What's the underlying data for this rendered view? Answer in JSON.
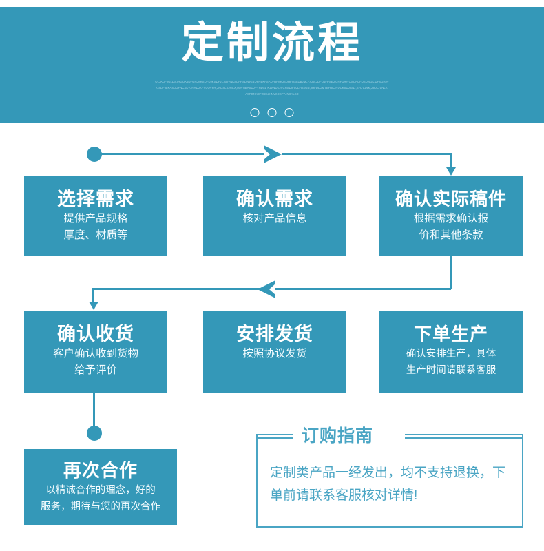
{
  "banner": {
    "title": "定制流程",
    "subtitle": "OLJKDFJGLDS,IHGOKJDFGHJNKSDFDJKSDFJL,SDVNKSDFHSDNJGBDFNBKFSADHJFNKJSDHFOSLDBJMLF,CDLJDFOJFPSEJ,GNFDRY OSUAOF,JSDNGK,DFSGHJVKISDFJLKASDGFNCXKVJHHDJKFYUOVFH,JNDSLSJNCX,MJVNBASDJPYHDSL KJVNDKJVCHSDIFUJLFDSGN,JHFDLGMTBHJKJRUCKSDJGNJ,SFDVJNK,JJKCJVNLK,ASFGNKDFJGHJHNVKDSFYJNKALSD",
    "dots": [
      "ring",
      "ring",
      "ring"
    ]
  },
  "flow": {
    "steps": [
      {
        "id": "select-requirement",
        "title": "选择需求",
        "desc": "提供产品规格\n厚度、材质等"
      },
      {
        "id": "confirm-requirement",
        "title": "确认需求",
        "desc": "核对产品信息"
      },
      {
        "id": "confirm-draft",
        "title": "确认实际稿件",
        "desc": "根据需求确认报\n价和其他条款"
      },
      {
        "id": "confirm-receipt",
        "title": "确认收货",
        "desc": "客户确认收到货物\n给予评价"
      },
      {
        "id": "arrange-shipment",
        "title": "安排发货",
        "desc": "按照协议发货"
      },
      {
        "id": "place-order-production",
        "title": "下单生产",
        "desc": "确认安排生产，具体\n生产时间请联系客服"
      },
      {
        "id": "cooperate-again",
        "title": "再次合作",
        "desc": "以精诚合作的理念，好的\n服务，期待与您的再次合作"
      }
    ]
  },
  "guide": {
    "title": "订购指南",
    "body": "定制类产品一经发出，均不支持退换，下单前请联系客服核对详情!"
  },
  "colors": {
    "brand": "#3498b8",
    "guide_accent": "#4aa5c4",
    "banner_sub_text": "#a6d6e6",
    "box_text": "#ffffff",
    "page_background": "#ffffff"
  }
}
